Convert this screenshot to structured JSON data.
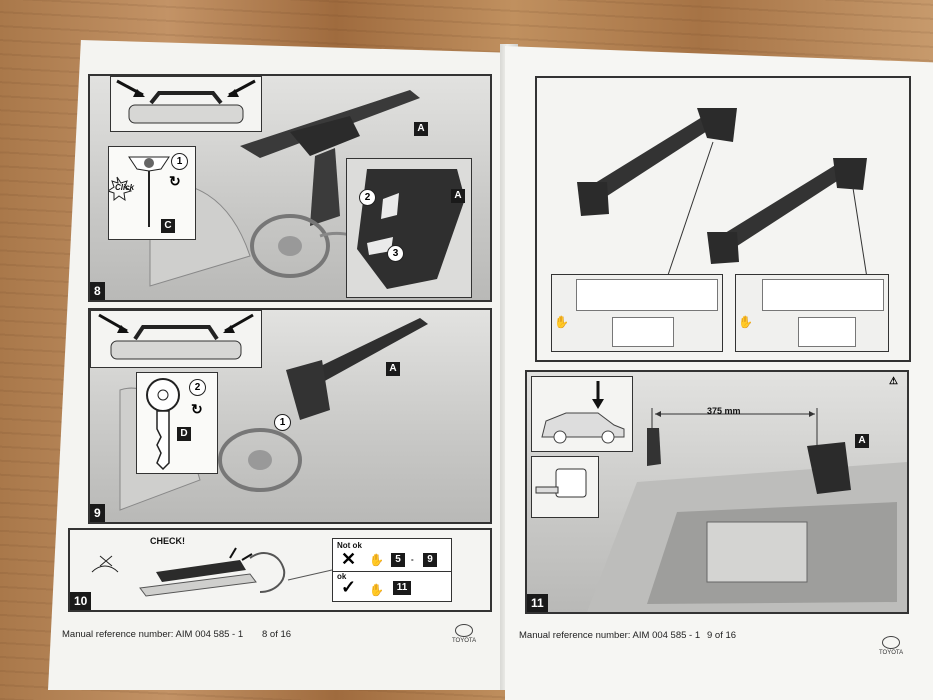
{
  "left_page": {
    "steps": [
      {
        "number": "8",
        "labels": [
          "A",
          "A",
          "C"
        ],
        "circles": [
          "1",
          "2",
          "3"
        ],
        "callout": "Click"
      },
      {
        "number": "9",
        "labels": [
          "A",
          "D"
        ],
        "circles": [
          "1",
          "2"
        ]
      },
      {
        "number": "10",
        "check_label": "CHECK!",
        "not_ok_label": "Not ok",
        "ok_label": "ok",
        "range_from": "5",
        "range_sep": "-",
        "range_to": "9",
        "next_step": "11"
      }
    ],
    "footer": {
      "reference": "Manual reference number: AIM 004 585 - 1",
      "page": "8 of 16"
    },
    "logo": "TOYOTA"
  },
  "right_page": {
    "steps": [
      {
        "number": "11",
        "measurement": "375 mm",
        "label": "A"
      }
    ],
    "footer": {
      "reference": "Manual reference number: AIM 004 585 - 1",
      "page": "9 of 16"
    },
    "logo": "TOYOTA"
  }
}
